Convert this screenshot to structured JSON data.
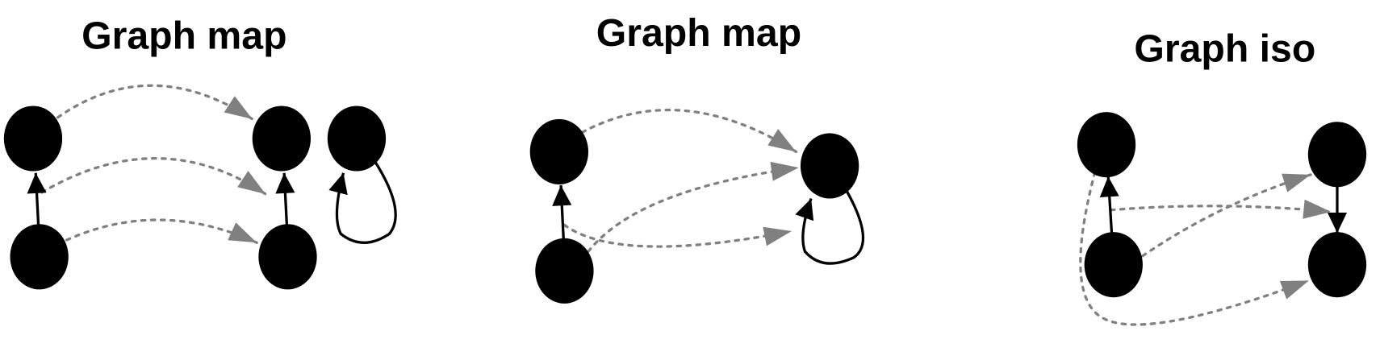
{
  "panels": [
    {
      "title": "Graph map"
    },
    {
      "title": "Graph map"
    },
    {
      "title": "Graph iso"
    }
  ],
  "colors": {
    "node": "#000000",
    "edge": "#000000",
    "mapping": "#808080"
  }
}
